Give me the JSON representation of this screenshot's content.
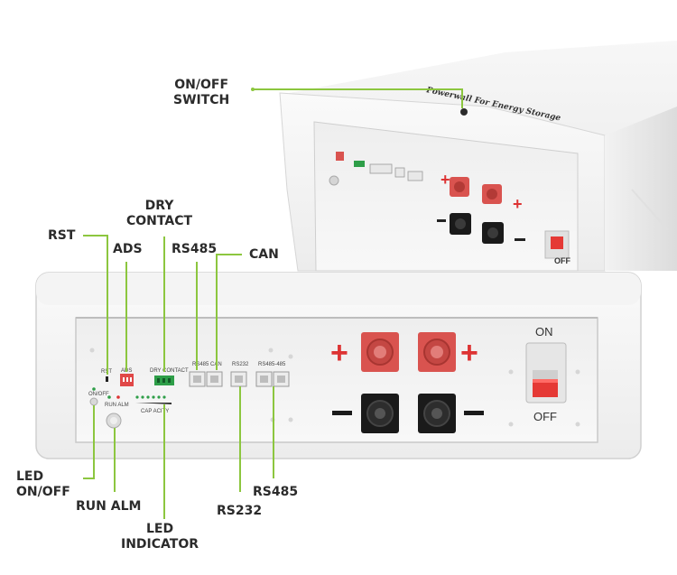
{
  "callouts": {
    "on_off_switch": [
      "ON/OFF",
      "SWITCH"
    ],
    "rst": "RST",
    "ads": "ADS",
    "dry_contact": [
      "DRY",
      "CONTACT"
    ],
    "rs485_top": "RS485",
    "can": "CAN",
    "led_on_off": [
      "LED",
      "ON/OFF"
    ],
    "run_alm": "RUN ALM",
    "led_indicator": [
      "LED",
      "INDICATOR"
    ],
    "rs232": "RS232",
    "rs485_bottom": "RS485"
  },
  "device_top": {
    "brand_text": "Powerwall For Energy Storage",
    "breaker_label": "OFF"
  },
  "front_panel": {
    "rst_label": "RST",
    "ads_label": "ADS",
    "dry_contact_label": "DRY CONTACT",
    "rs485_can_label": "RS485 CAN",
    "rs232_label": "RS232",
    "rs485_485_label": "RS485-485",
    "on_off_label": "ON/OFF",
    "run_alm_label": "RUN ALM",
    "capacity_label": "CAP ACITY",
    "breaker_on": "ON",
    "breaker_off": "OFF",
    "plus_sign": "+",
    "minus_sign": "—"
  },
  "colors": {
    "callout_line": "#8cc63f",
    "terminal_red": "#d9534f",
    "terminal_black": "#1a1a1a",
    "breaker_red": "#e53935",
    "led_green": "#2e9e48"
  }
}
